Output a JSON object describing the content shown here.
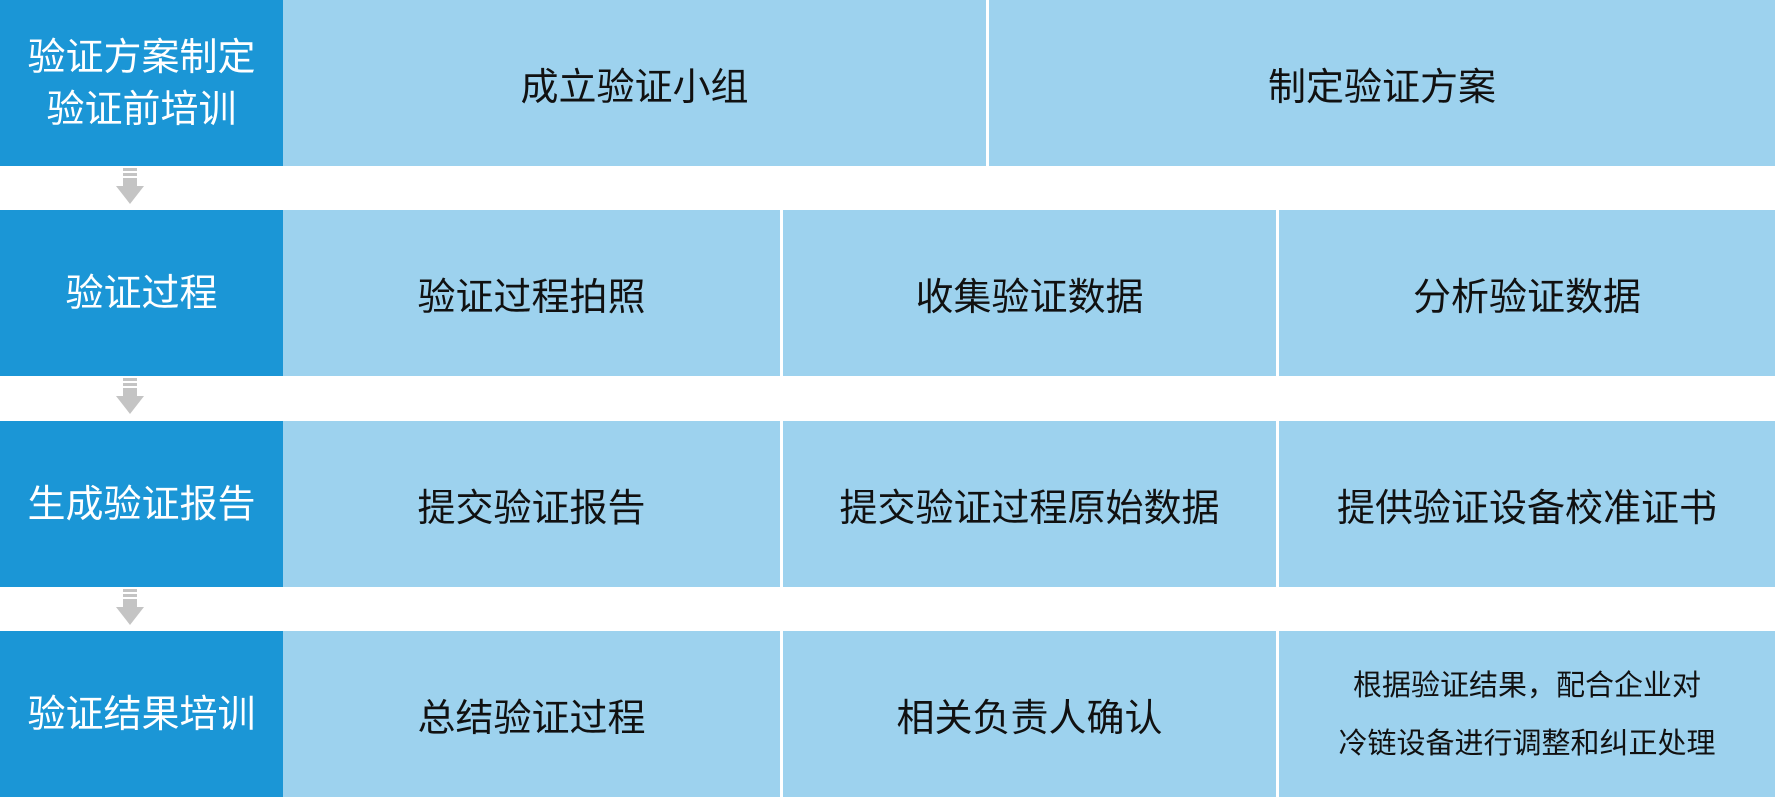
{
  "rows": [
    {
      "stage_lines": [
        "验证方案制定",
        "验证前培训"
      ],
      "cells": [
        "成立验证小组",
        "制定验证方案"
      ]
    },
    {
      "stage_lines": [
        "验证过程"
      ],
      "cells": [
        "验证过程拍照",
        "收集验证数据",
        "分析验证数据"
      ]
    },
    {
      "stage_lines": [
        "生成验证报告"
      ],
      "cells": [
        "提交验证报告",
        "提交验证过程原始数据",
        "提供验证设备校准证书"
      ]
    },
    {
      "stage_lines": [
        "验证结果培训"
      ],
      "cells": [
        "总结验证过程",
        "相关负责人确认"
      ],
      "last_cell_lines": [
        "根据验证结果，配合企业对",
        "冷链设备进行调整和纠正处理"
      ]
    }
  ],
  "colors": {
    "stage_bg": "#1b96d6",
    "cell_bg": "#9dd2ee",
    "arrow": "#c4c4c4"
  },
  "icons": {
    "connector": "down-arrow-icon"
  }
}
